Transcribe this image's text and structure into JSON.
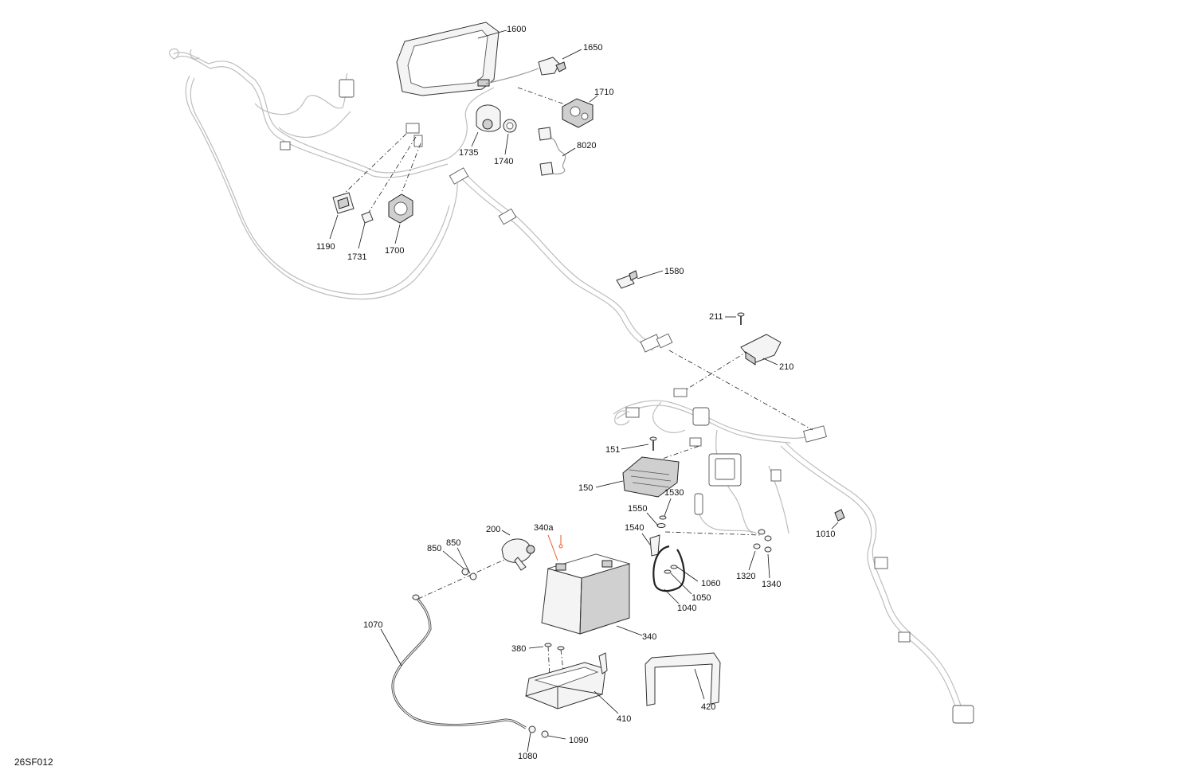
{
  "diagram": {
    "page_code": "26SF012",
    "accent_color": "#e8562a",
    "parts": [
      {
        "id": "1600",
        "label": "1600"
      },
      {
        "id": "1650",
        "label": "1650"
      },
      {
        "id": "1710",
        "label": "1710"
      },
      {
        "id": "8020",
        "label": "8020"
      },
      {
        "id": "1735",
        "label": "1735"
      },
      {
        "id": "1740",
        "label": "1740"
      },
      {
        "id": "1190",
        "label": "1190"
      },
      {
        "id": "1731",
        "label": "1731"
      },
      {
        "id": "1700",
        "label": "1700"
      },
      {
        "id": "1580",
        "label": "1580"
      },
      {
        "id": "211",
        "label": "211"
      },
      {
        "id": "210",
        "label": "210"
      },
      {
        "id": "151",
        "label": "151"
      },
      {
        "id": "150",
        "label": "150"
      },
      {
        "id": "1530",
        "label": "1530"
      },
      {
        "id": "1550",
        "label": "1550"
      },
      {
        "id": "1540",
        "label": "1540"
      },
      {
        "id": "1010",
        "label": "1010"
      },
      {
        "id": "200",
        "label": "200"
      },
      {
        "id": "340a",
        "label": "340a"
      },
      {
        "id": "850a",
        "label": "850"
      },
      {
        "id": "850b",
        "label": "850"
      },
      {
        "id": "1060",
        "label": "1060"
      },
      {
        "id": "1050",
        "label": "1050"
      },
      {
        "id": "1040",
        "label": "1040"
      },
      {
        "id": "1320",
        "label": "1320"
      },
      {
        "id": "1340",
        "label": "1340"
      },
      {
        "id": "1070",
        "label": "1070"
      },
      {
        "id": "340",
        "label": "340"
      },
      {
        "id": "380",
        "label": "380"
      },
      {
        "id": "420",
        "label": "420"
      },
      {
        "id": "410",
        "label": "410"
      },
      {
        "id": "1090",
        "label": "1090"
      },
      {
        "id": "1080",
        "label": "1080"
      }
    ]
  }
}
